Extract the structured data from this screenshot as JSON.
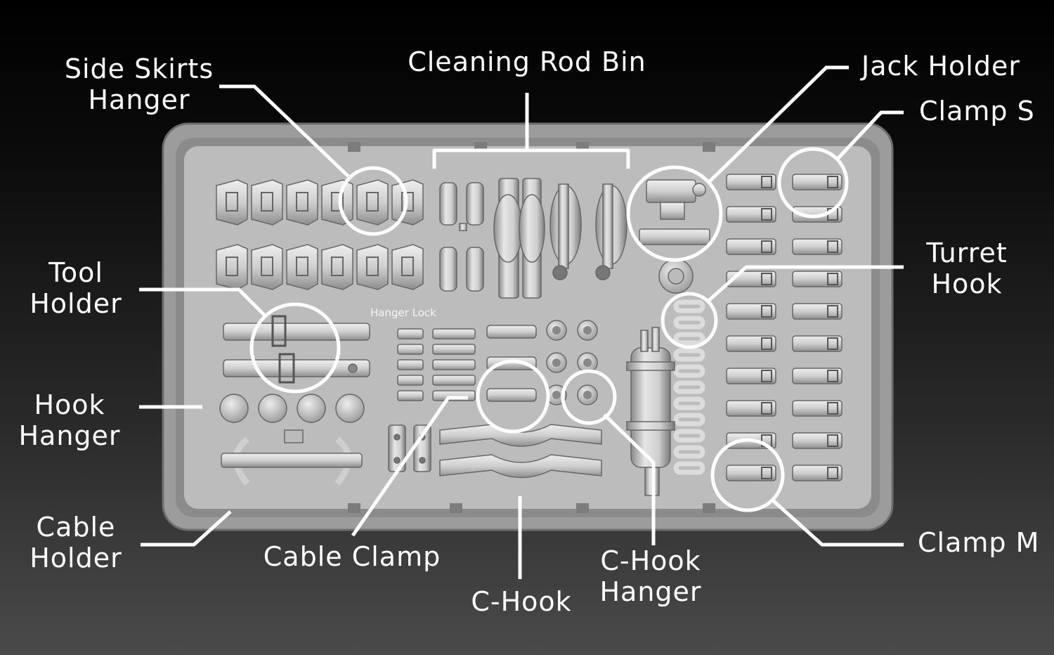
{
  "labels": {
    "side_skirts_hanger": [
      "Side Skirts",
      "Hanger"
    ],
    "cleaning_rod_bin": "Cleaning Rod Bin",
    "jack_holder": "Jack Holder",
    "clamp_s": "Clamp S",
    "turret_hook": [
      "Turret",
      "Hook"
    ],
    "tool_holder": [
      "Tool",
      "Holder"
    ],
    "hook_hanger": [
      "Hook",
      "Hanger"
    ],
    "cable_holder": [
      "Cable",
      "Holder"
    ],
    "cable_clamp": "Cable Clamp",
    "c_hook": "C-Hook",
    "c_hook_hanger": [
      "C-Hook",
      "Hanger"
    ],
    "clamp_m": "Clamp M",
    "hanger_lock": "Hanger Lock"
  },
  "colors": {
    "background_top": "#000000",
    "background_bottom": "#4a4a4a",
    "tray": "#a9a9a9",
    "tray_inner": "#bdbdbd",
    "parts": "#d4d4d4",
    "callout": "#ffffff"
  }
}
